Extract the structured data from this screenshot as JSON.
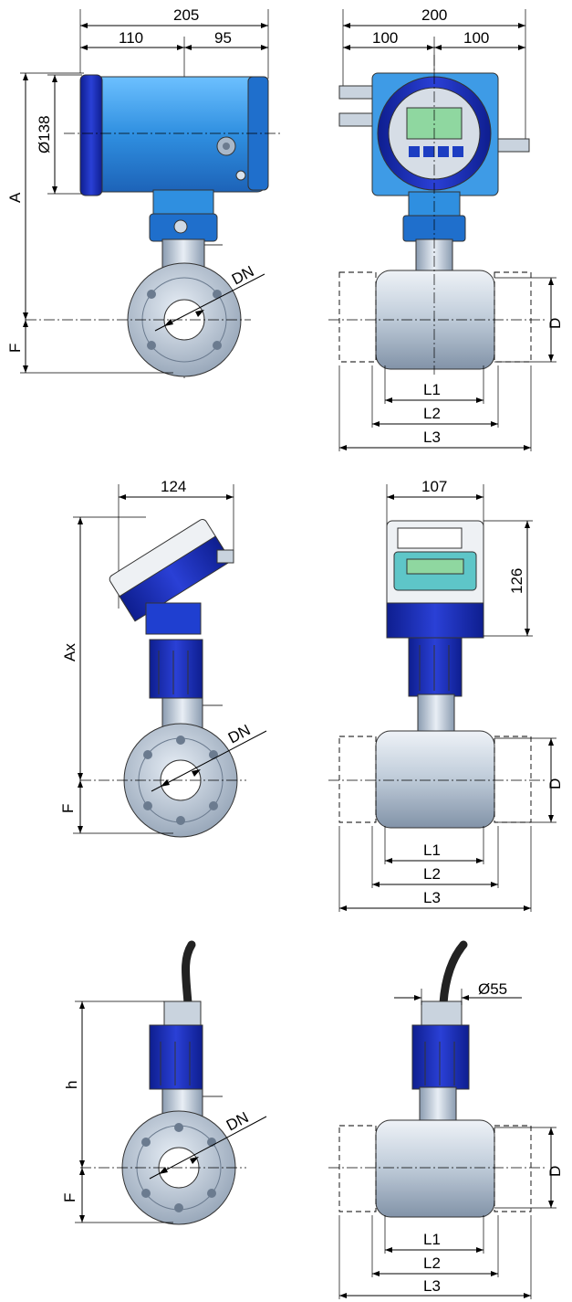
{
  "view1": {
    "width_total": "205",
    "width_left": "110",
    "width_right": "95",
    "diameter": "Ø138",
    "height_a": "A",
    "height_f": "F",
    "nominal": "DN"
  },
  "view2": {
    "width_total": "200",
    "width_left": "100",
    "width_right": "100",
    "depth": "D",
    "len1": "L1",
    "len2": "L2",
    "len3": "L3"
  },
  "view3": {
    "width": "124",
    "height_ax": "Ax",
    "height_f": "F",
    "nominal": "DN"
  },
  "view4": {
    "width": "107",
    "height": "126",
    "depth": "D",
    "len1": "L1",
    "len2": "L2",
    "len3": "L3"
  },
  "view5": {
    "height_h": "h",
    "height_f": "F",
    "nominal": "DN"
  },
  "view6": {
    "diameter": "Ø55",
    "depth": "D",
    "len1": "L1",
    "len2": "L2",
    "len3": "L3"
  },
  "colors": {
    "housing_blue": "#2f8fe0",
    "dark_blue": "#1b2fb8",
    "steel": "#b9c6d6",
    "display_green": "#8fd7a0"
  }
}
